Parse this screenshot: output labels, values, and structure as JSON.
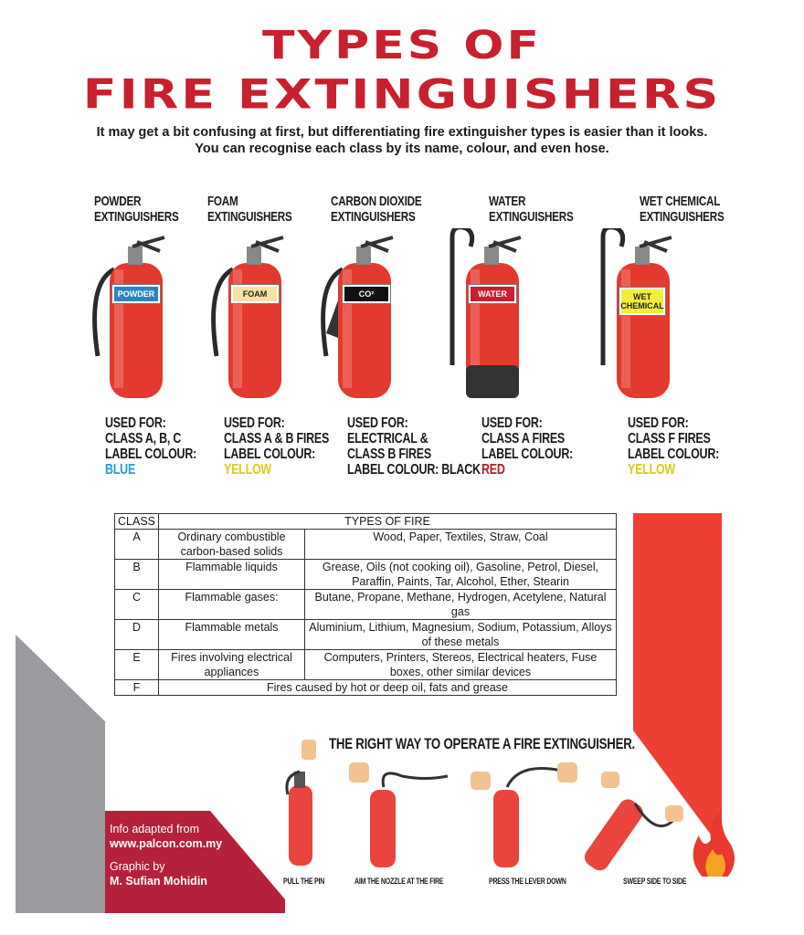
{
  "title": {
    "line1": "TYPES OF",
    "line2": "FIRE EXTINGUISHERS"
  },
  "subtitle": "It may get a bit confusing at first, but differentiating fire extinguisher types is easier than it looks. You can recognise each class by its name, colour, and even hose.",
  "extinguishers": [
    {
      "name1": "POWDER",
      "name2": "EXTINGUISHERS",
      "label": "POWDER",
      "label_color": "#2b83c6",
      "label_text_color": "#ffffff",
      "used1": "USED FOR:",
      "used2": "CLASS A, B, C",
      "used3": "LABEL COLOUR:",
      "colour": "BLUE",
      "colour_hex": "#2a9ad0"
    },
    {
      "name1": "FOAM",
      "name2": "EXTINGUISHERS",
      "label": "FOAM",
      "label_color": "#f6e2a0",
      "label_text_color": "#222222",
      "used1": "USED FOR:",
      "used2": "CLASS A & B FIRES",
      "used3": "LABEL COLOUR:",
      "colour": "YELLOW",
      "colour_hex": "#d8cc1a"
    },
    {
      "name1": "CARBON DIOXIDE",
      "name2": "EXTINGUISHERS",
      "label": "CO²",
      "label_color": "#111111",
      "label_text_color": "#ffffff",
      "used1": "USED FOR:",
      "used2": "ELECTRICAL &",
      "used3": "CLASS B FIRES",
      "colour": "LABEL COLOUR: BLACK",
      "colour_hex": "#1a1a1a"
    },
    {
      "name1": "WATER",
      "name2": "EXTINGUISHERS",
      "label": "WATER",
      "label_color": "#c8202e",
      "label_text_color": "#ffffff",
      "used1": "USED FOR:",
      "used2": "CLASS A FIRES",
      "used3": "LABEL COLOUR:",
      "colour": "RED",
      "colour_hex": "#b0202a"
    },
    {
      "name1": "WET CHEMICAL",
      "name2": "EXTINGUISHERS",
      "label": "WET CHEMICAL",
      "label_color": "#f2ee3a",
      "label_text_color": "#222222",
      "used1": "USED FOR:",
      "used2": "CLASS F FIRES",
      "used3": "LABEL COLOUR:",
      "colour": "YELLOW",
      "colour_hex": "#d8cc1a"
    }
  ],
  "table": {
    "header": [
      "CLASS",
      "TYPES OF FIRE"
    ],
    "rows": [
      {
        "cls": "A",
        "desc": "Ordinary combustible carbon-based solids",
        "types": "Wood, Paper, Textiles, Straw, Coal"
      },
      {
        "cls": "B",
        "desc": "Flammable liquids",
        "types": "Grease, Oils (not cooking oil), Gasoline, Petrol, Diesel, Paraffin, Paints, Tar, Alcohol, Ether, Stearin"
      },
      {
        "cls": "C",
        "desc": "Flammable gases:",
        "types": "Butane, Propane, Methane, Hydrogen, Acetylene, Natural gas"
      },
      {
        "cls": "D",
        "desc": "Flammable metals",
        "types": "Aluminium, Lithium, Magnesium, Sodium, Potassium, Alloys of these metals"
      },
      {
        "cls": "E",
        "desc": "Fires involving electrical appliances",
        "types": "Computers, Printers, Stereos, Electrical heaters, Fuse boxes, other similar devices"
      },
      {
        "cls": "F",
        "types": "Fires caused by hot or deep oil, fats and grease"
      }
    ]
  },
  "steps": {
    "title": "THE RIGHT WAY TO OPERATE A FIRE EXTINGUISHER.",
    "items": [
      "PULL THE PIN",
      "AIM THE NOZZLE AT THE FIRE",
      "PRESS THE LEVER DOWN",
      "SWEEP SIDE TO SIDE"
    ]
  },
  "credits": {
    "line1": "Info adapted from",
    "line2": "www.palcon.com.my",
    "line3": "Graphic by",
    "line4": "M. Sufian Mohidin"
  }
}
